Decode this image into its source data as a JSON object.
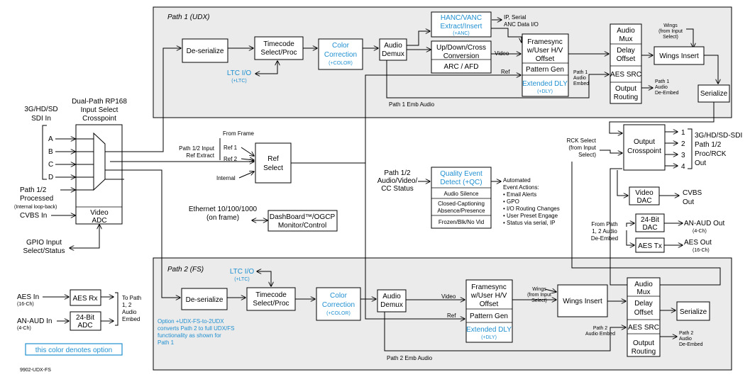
{
  "path1": {
    "title": "Path 1 (UDX)",
    "deserialize": "De-serialize",
    "timecode": [
      "Timecode",
      "Select/Proc"
    ],
    "ltc": "LTC  I/O",
    "ltc_opt": "(+LTC)",
    "color_corr": [
      "Color",
      "Correction"
    ],
    "color_opt": "(+COLOR)",
    "audio_demux": [
      "Audio",
      "Demux"
    ],
    "hanc": [
      "HANC/VANC",
      "Extract/Insert"
    ],
    "hanc_opt": "(+ANC)",
    "ip_serial": [
      "IP, Serial",
      "ANC Data I/O"
    ],
    "updown": [
      "Up/Down/Cross",
      "Conversion"
    ],
    "arc_afd": "ARC / AFD",
    "video_lbl": "Video",
    "ref_lbl": "Ref",
    "framesync": [
      "Framesync",
      "w/User H/V",
      "Offset"
    ],
    "pattern_gen": "Pattern Gen",
    "ext_dly": "Extended DLY",
    "dly_opt": "(+DLY)",
    "audio_mux": [
      "Audio",
      "Mux"
    ],
    "delay_offset": [
      "Delay",
      "Offset"
    ],
    "aes_src": "AES SRC",
    "output_routing": [
      "Output",
      "Routing"
    ],
    "path1_audio_embed": [
      "Path 1",
      "Audio",
      "Embed"
    ],
    "path1_audio_deembed": [
      "Path 1",
      "Audio",
      "De-Embed"
    ],
    "wings": [
      "Wings",
      "(from Input",
      "Select)"
    ],
    "wings_insert": "Wings Insert",
    "serialize": "Serialize",
    "emb_audio": "Path 1 Emb Audio"
  },
  "input": {
    "sdi_label": [
      "3G/HD/SD",
      "SDI In"
    ],
    "crosspoint_title": [
      "Dual-Path RP168",
      "Input Select",
      "Crosspoint"
    ],
    "inputs": [
      "A",
      "B",
      "C",
      "D"
    ],
    "processed": [
      "Path 1/2",
      "Processed"
    ],
    "loopback": "(Internal loop-back)",
    "cvbs_in": "CVBS In",
    "video_adc": [
      "Video",
      "ADC"
    ],
    "gpio": [
      "GPIO Input",
      "Select/Status"
    ],
    "ref_extract": [
      "Path 1/2 Input",
      "Ref Extract"
    ]
  },
  "ref": {
    "from_frame": "From Frame",
    "ref1": "Ref 1",
    "ref2": "Ref 2",
    "internal": "Internal",
    "select": [
      "Ref",
      "Select"
    ]
  },
  "control": {
    "ethernet": [
      "Ethernet 10/100/1000",
      "(on frame)"
    ],
    "dashboard": [
      "DashBoard™/OGCP",
      "Monitor/Control"
    ]
  },
  "qc": {
    "status": [
      "Path 1/2",
      "Audio/Video/",
      "CC Status"
    ],
    "title": [
      "Quality Event",
      "Detect (+QC)"
    ],
    "rows": [
      "Audio Silence",
      "Closed-Captioning",
      "Absence/Presence",
      "Frozen/Blk/No Vid"
    ],
    "actions_title": [
      "Automated",
      "Event Actions:"
    ],
    "actions": [
      "• Email Alerts",
      "• GPO",
      "• I/O Routing Changes",
      "• User Preset Engage",
      "• Status via serial, IP"
    ]
  },
  "output": {
    "rck": [
      "RCK Select",
      "(from Input",
      "Select)"
    ],
    "crosspoint": [
      "Output",
      "Crosspoint"
    ],
    "numbers": [
      "1",
      "2",
      "3",
      "4"
    ],
    "sdi_out": [
      "3G/HD/SD-SDI",
      "Path 1/2",
      "Proc/RCK",
      "Out"
    ],
    "video_dac": [
      "Video",
      "DAC"
    ],
    "cvbs_out": [
      "CVBS",
      "Out"
    ],
    "from_path": [
      "From Path",
      "1, 2 Audio",
      "De-Embed"
    ],
    "dac24": [
      "24-Bit",
      "DAC"
    ],
    "an_aud_out": "AN-AUD Out",
    "an_aud_ch": "(4-Ch)",
    "aes_tx": "AES Tx",
    "aes_out": "AES Out",
    "aes_out_ch": "(16-Ch)"
  },
  "path2": {
    "title": "Path 2 (FS)",
    "ltc": "LTC  I/O",
    "ltc_opt": "(+LTC)",
    "deserialize": "De-serialize",
    "timecode": [
      "Timecode",
      "Select/Proc"
    ],
    "color_corr": [
      "Color",
      "Correction"
    ],
    "color_opt": "(+COLOR)",
    "audio_demux": [
      "Audio",
      "Demux"
    ],
    "video_lbl": "Video",
    "ref_lbl": "Ref",
    "framesync": [
      "Framesync",
      "w/User H/V",
      "Offset"
    ],
    "pattern_gen": "Pattern Gen",
    "ext_dly": "Extended DLY",
    "dly_opt": "(+DLY)",
    "wings": [
      "Wings",
      "(from Input",
      "Select)"
    ],
    "wings_insert": "Wings Insert",
    "audio_mux": [
      "Audio",
      "Mux"
    ],
    "delay_offset": [
      "Delay",
      "Offset"
    ],
    "aes_src": "AES SRC",
    "output_routing": [
      "Output",
      "Routing"
    ],
    "path2_audio_embed": [
      "Path 2",
      "Audio Embed"
    ],
    "path2_audio_deembed": [
      "Path 2",
      "Audio",
      "De-Embed"
    ],
    "serialize": "Serialize",
    "emb_audio": "Path 2 Emb Audio",
    "option_note": [
      "Option +UDX-FS-to-2UDX",
      "converts Path 2 to full UDX/FS",
      "functionality as shown for",
      "Path 1"
    ]
  },
  "audio_in": {
    "aes_in": "AES In",
    "aes_in_ch": "(16-Ch)",
    "aes_rx": "AES Rx",
    "an_aud_in": "AN-AUD In",
    "an_aud_in_ch": "(4-Ch)",
    "adc24": [
      "24-Bit",
      "ADC"
    ],
    "to_path": [
      "To Path",
      "1, 2",
      "Audio",
      "Embed"
    ]
  },
  "legend": "this color denotes option",
  "model": "9902-UDX-FS",
  "colors": {
    "option": "#1e8fd0",
    "panel": "#ebebeb",
    "line": "#000000"
  }
}
